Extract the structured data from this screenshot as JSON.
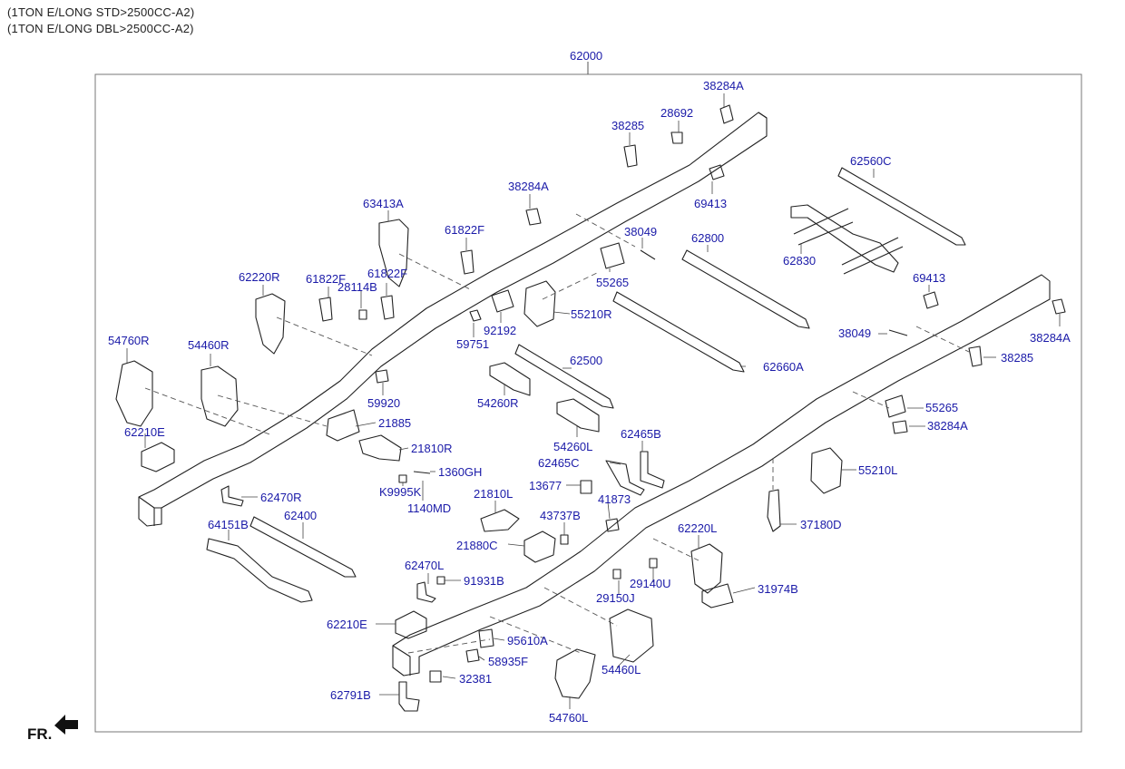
{
  "header": {
    "line1": "(1TON E/LONG STD>2500CC-A2)",
    "line2": "(1TON E/LONG DBL>2500CC-A2)"
  },
  "assembly_number": "62000",
  "front_marker": "FR.",
  "label_color": "#1a1aa8",
  "parts": {
    "p38284A_1": "38284A",
    "p28692": "28692",
    "p38285_1": "38285",
    "p69413_1": "69413",
    "p62560C": "62560C",
    "p63413A": "63413A",
    "p38284A_2": "38284A",
    "p61822F_1": "61822F",
    "p38049_1": "38049",
    "p62800": "62800",
    "p62830": "62830",
    "p62220R": "62220R",
    "p61822F_2": "61822F",
    "p61822F_3": "61822F",
    "p28114B": "28114B",
    "p55265_1": "55265",
    "p69413_2": "69413",
    "p55210R": "55210R",
    "p92192": "92192",
    "p59751": "59751",
    "p38049_2": "38049",
    "p38284A_3": "38284A",
    "p54760R": "54760R",
    "p54460R": "54460R",
    "p62500": "62500",
    "p62660A": "62660A",
    "p38285_2": "38285",
    "p59920": "59920",
    "p54260R": "54260R",
    "p55265_2": "55265",
    "p62210E_1": "62210E",
    "p21885": "21885",
    "p38284A_4": "38284A",
    "p21810R": "21810R",
    "p54260L": "54260L",
    "p62465B": "62465B",
    "p1360GH": "1360GH",
    "p62465C": "62465C",
    "p55210L": "55210L",
    "p62470R": "62470R",
    "pK9995K": "K9995K",
    "p13677": "13677",
    "p21810L": "21810L",
    "p1140MD": "1140MD",
    "p41873": "41873",
    "p62400": "62400",
    "p64151B": "64151B",
    "p43737B": "43737B",
    "p37180D": "37180D",
    "p62220L": "62220L",
    "p21880C": "21880C",
    "p62470L": "62470L",
    "p91931B": "91931B",
    "p29140U": "29140U",
    "p31974B": "31974B",
    "p29150J": "29150J",
    "p62210E_2": "62210E",
    "p95610A": "95610A",
    "p58935F": "58935F",
    "p54460L": "54460L",
    "p32381": "32381",
    "p62791B": "62791B",
    "p54760L": "54760L"
  }
}
